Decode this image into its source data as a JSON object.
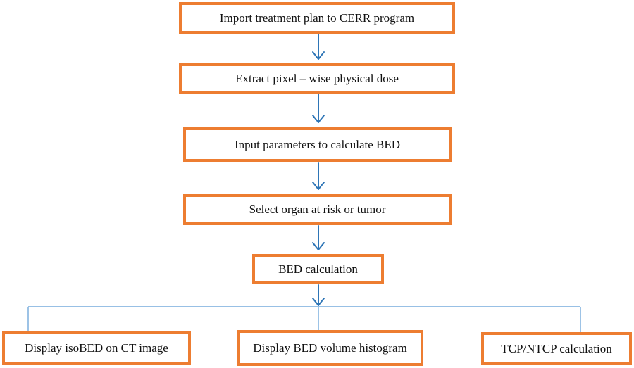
{
  "colors": {
    "box_border": "#ed7d31",
    "arrow": "#2e75b6",
    "connector": "#5b9bd5",
    "text": "#111111"
  },
  "steps": [
    {
      "label": "Import treatment plan to CERR program"
    },
    {
      "label": "Extract pixel – wise physical dose"
    },
    {
      "label": "Input parameters to calculate BED"
    },
    {
      "label": "Select organ at risk or tumor"
    },
    {
      "label": "BED calculation"
    }
  ],
  "outputs": [
    {
      "label": "Display isoBED on CT image"
    },
    {
      "label": "Display BED volume histogram"
    },
    {
      "label": "TCP/NTCP calculation"
    }
  ]
}
